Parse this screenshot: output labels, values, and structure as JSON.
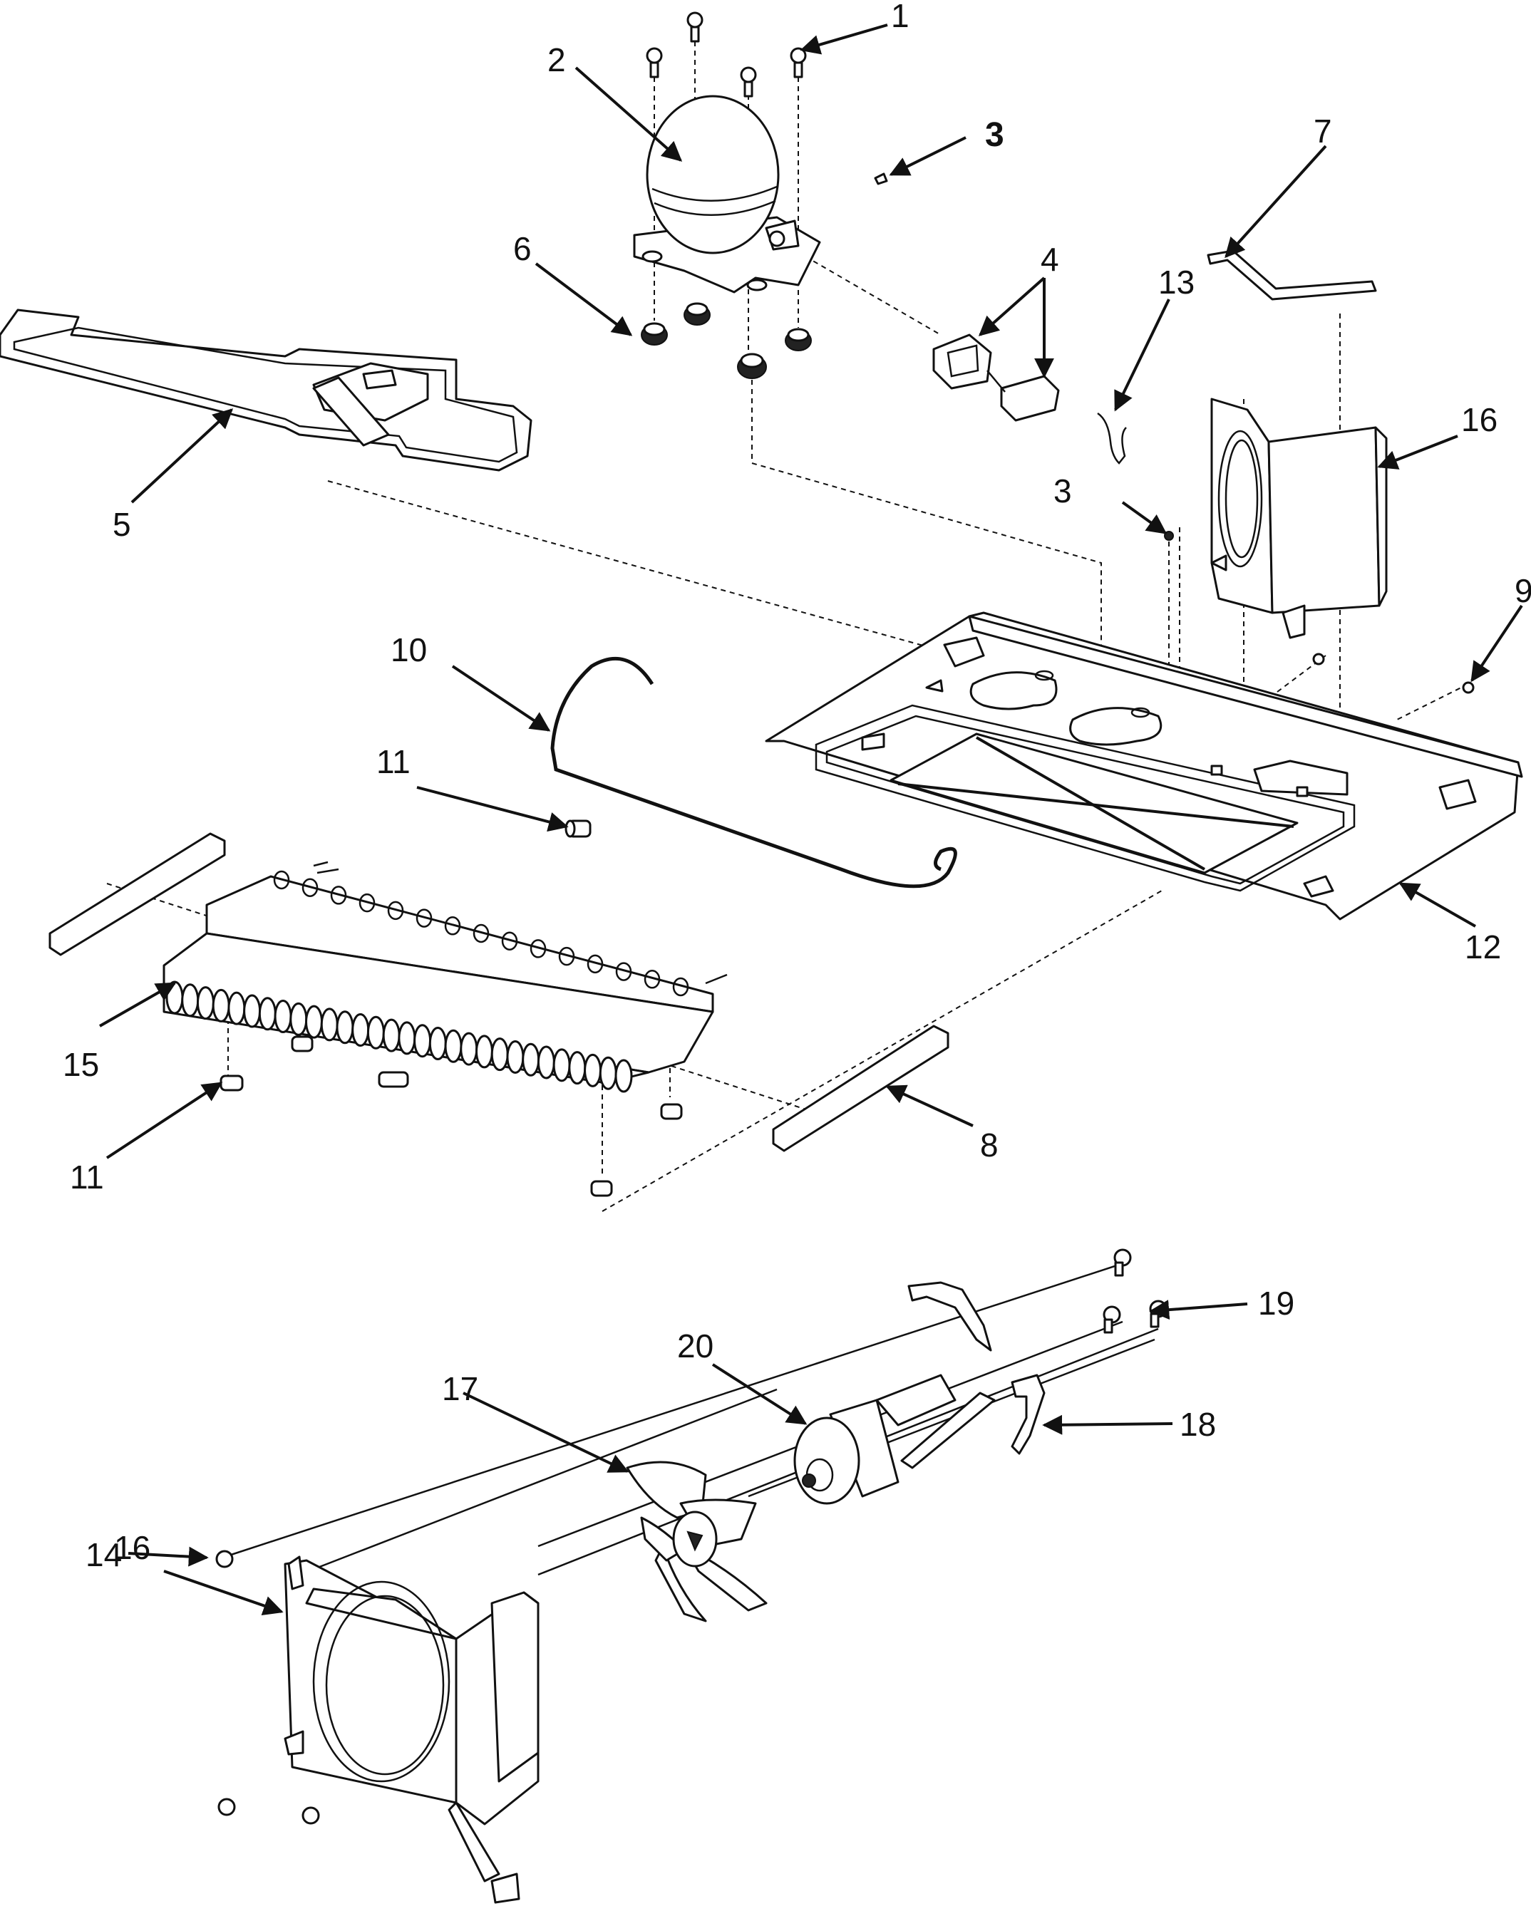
{
  "diagram": {
    "callouts": {
      "c1": "1",
      "c2": "2",
      "c3_top": "3",
      "c3_mid": "3",
      "c4": "4",
      "c5": "5",
      "c6": "6",
      "c7": "7",
      "c8": "8",
      "c9": "9",
      "c10": "10",
      "c11_upper": "11",
      "c11_lower": "11",
      "c12": "12",
      "c13": "13",
      "c14": "14",
      "c15": "15",
      "c16_upper": "16",
      "c16_lower": "16",
      "c17": "17",
      "c18": "18",
      "c19": "19",
      "c20": "20"
    },
    "colors": {
      "line": "#111111",
      "background": "#ffffff"
    }
  }
}
